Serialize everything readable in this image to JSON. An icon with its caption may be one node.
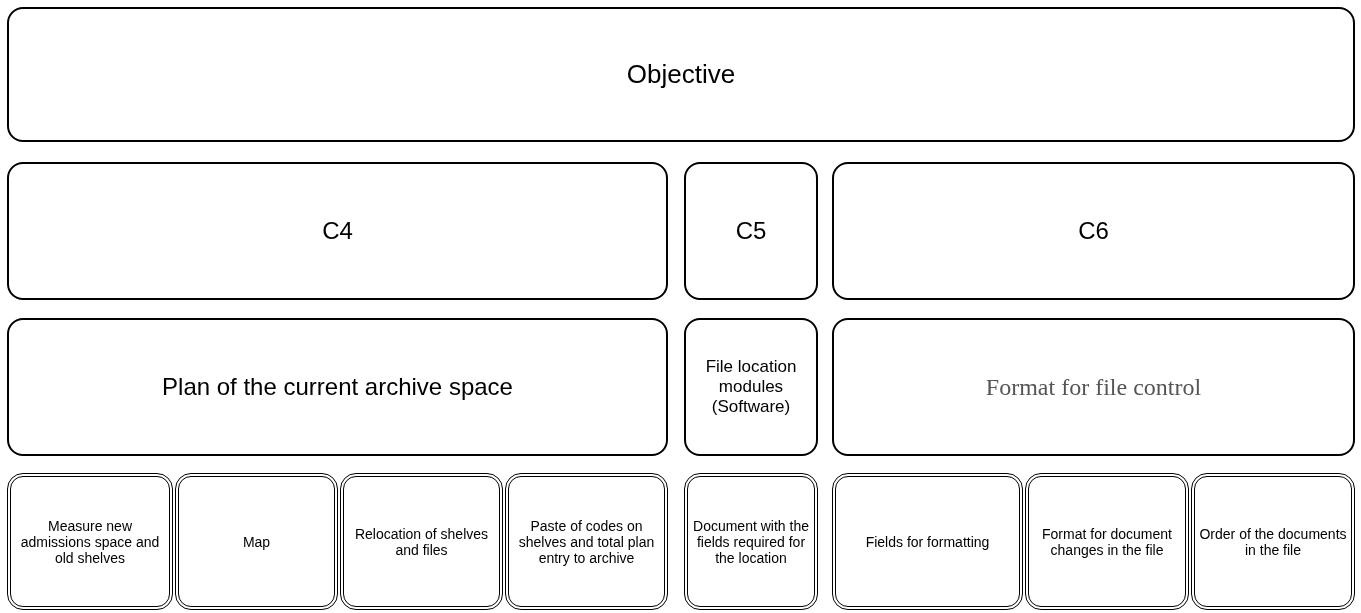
{
  "diagram": {
    "nodes": [
      {
        "text": [
          "Objective"
        ]
      },
      {
        "text": [
          "C4"
        ]
      },
      {
        "text": [
          "C5"
        ]
      },
      {
        "text": [
          "C6"
        ]
      },
      {
        "text": [
          "Plan of the current archive space"
        ]
      },
      {
        "text": [
          "File location modules (Software)"
        ]
      },
      {
        "text": [
          "Format for file control"
        ]
      },
      {
        "text": [
          "Measure new admissions space and old shelves"
        ]
      },
      {
        "text": [
          "Map"
        ]
      },
      {
        "text": [
          "Relocation of shelves and files"
        ]
      },
      {
        "text": [
          "Paste of codes on shelves and total plan entry to archive"
        ]
      },
      {
        "text": [
          "Document with the fields required for the location"
        ]
      },
      {
        "text": [
          "Fields for formatting"
        ]
      },
      {
        "text": [
          "Format for document changes in the file"
        ]
      },
      {
        "text": [
          "Order of the documents in the file"
        ]
      }
    ]
  }
}
